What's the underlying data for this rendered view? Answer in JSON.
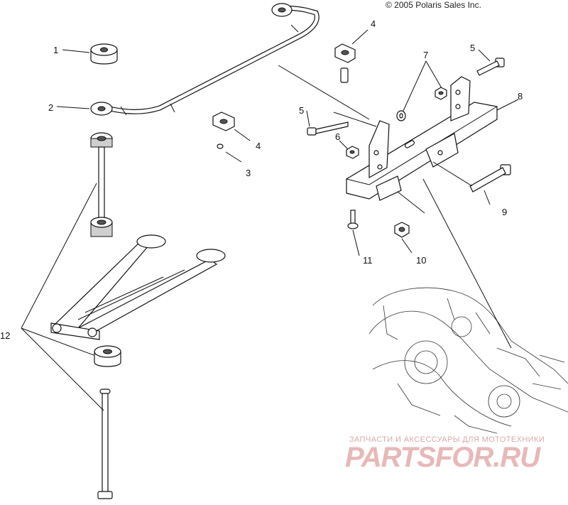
{
  "copyright": "© 2005 Polaris Sales Inc.",
  "callouts": [
    {
      "id": "1",
      "label": "1"
    },
    {
      "id": "2",
      "label": "2"
    },
    {
      "id": "3",
      "label": "3"
    },
    {
      "id": "4a",
      "label": "4"
    },
    {
      "id": "4b",
      "label": "4"
    },
    {
      "id": "5a",
      "label": "5"
    },
    {
      "id": "5b",
      "label": "5"
    },
    {
      "id": "6",
      "label": "6"
    },
    {
      "id": "7",
      "label": "7"
    },
    {
      "id": "8",
      "label": "8"
    },
    {
      "id": "9",
      "label": "9"
    },
    {
      "id": "10",
      "label": "10"
    },
    {
      "id": "11",
      "label": "11"
    },
    {
      "id": "12",
      "label": "12"
    }
  ],
  "watermark": {
    "tagline": "ЗАПЧАСТИ И АКСЕССУАРЫ ДЛЯ МОТОТЕХНИКИ",
    "logo": "PARTSFOR.RU",
    "color": "#e8b8b8"
  }
}
